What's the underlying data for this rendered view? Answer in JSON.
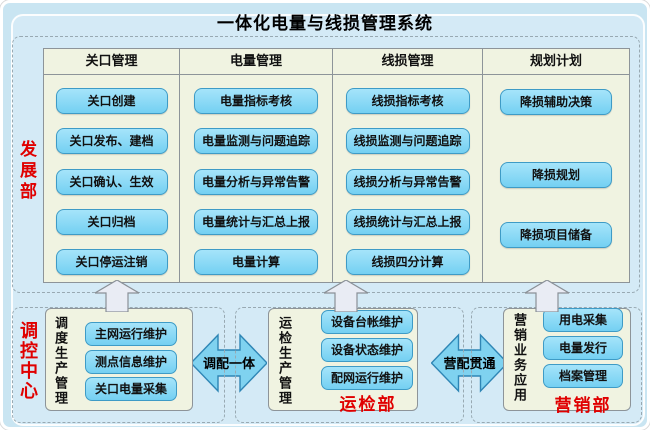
{
  "title": "一体化电量与线损管理系统",
  "top_section": {
    "department": "发展部",
    "columns": [
      {
        "header": "关口管理",
        "items": [
          "关口创建",
          "关口发布、建档",
          "关口确认、生效",
          "关口归档",
          "关口停运注销"
        ]
      },
      {
        "header": "电量管理",
        "items": [
          "电量指标考核",
          "电量监测与问题追踪",
          "电量分析与异常告警",
          "电量统计与汇总上报",
          "电量计算"
        ]
      },
      {
        "header": "线损管理",
        "items": [
          "线损指标考核",
          "线损监测与问题追踪",
          "线损分析与异常告警",
          "线损统计与汇总上报",
          "线损四分计算"
        ]
      },
      {
        "header": "规划计划",
        "items": [
          "降损辅助决策",
          "降损规划",
          "降损项目储备"
        ]
      }
    ]
  },
  "bottom_section": {
    "dispatch": {
      "department": "调控中心",
      "group": "调度生产管理",
      "items": [
        "主网运行维护",
        "测点信息维护",
        "关口电量采集"
      ]
    },
    "inspection": {
      "department": "运检部",
      "group": "运检生产管理",
      "items": [
        "设备台帐维护",
        "设备状态维护",
        "配网运行维护"
      ]
    },
    "marketing": {
      "department": "营销部",
      "group": "营销业务应用",
      "items": [
        "用电采集",
        "电量发行",
        "档案管理"
      ]
    }
  },
  "connectors": {
    "dispatch_inspection_arrow": "调配一体",
    "inspection_marketing_arrow": "营配贯通"
  },
  "colors": {
    "background": "#c9e5f2",
    "module_box": "#f0f3e1",
    "module_button": "#83d7f5",
    "button_border": "#3e9bc6",
    "department_label": "#e00000",
    "connector_fill": "#7fd2f0",
    "connector_border": "#2f86b5"
  }
}
